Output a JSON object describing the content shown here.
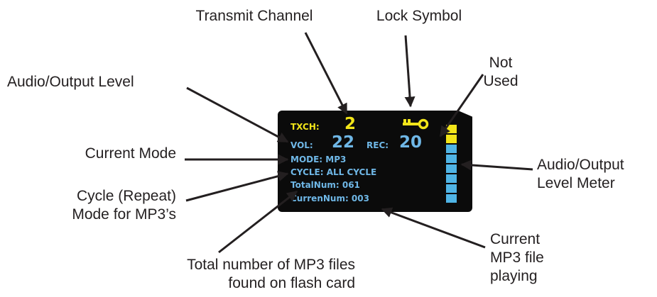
{
  "callouts": {
    "transmit_channel": "Transmit Channel",
    "lock_symbol": "Lock Symbol",
    "not_used": [
      "Not",
      "Used"
    ],
    "audio_output_level": "Audio/Output Level",
    "current_mode": "Current Mode",
    "cycle_mode": [
      "Cycle (Repeat)",
      "Mode for MP3’s"
    ],
    "total_number": [
      "Total number of MP3 files",
      "found on flash card"
    ],
    "current_file": [
      "Current",
      "MP3 file",
      "playing"
    ],
    "level_meter": [
      "Audio/Output",
      "Level Meter"
    ]
  },
  "display": {
    "txch_label": "TXCH:",
    "txch_value": "2",
    "vol_label": "VOL:",
    "vol_value": "22",
    "rec_label": "REC:",
    "rec_value": "20",
    "mode_line": "MODE:  MP3",
    "cycle_line": "CYCLE:  ALL CYCLE",
    "total_line": "TotalNum: 061",
    "current_line": "CurrenNum: 003",
    "lock_icon": "key-icon",
    "meter": {
      "segments": 8,
      "lit_yellow": 2
    }
  },
  "colors": {
    "screen": "#0b0b0b",
    "yellow": "#f2e519",
    "blue": "#6fb7e6",
    "meter_blue": "#4fb4e6",
    "text": "#231f20"
  }
}
